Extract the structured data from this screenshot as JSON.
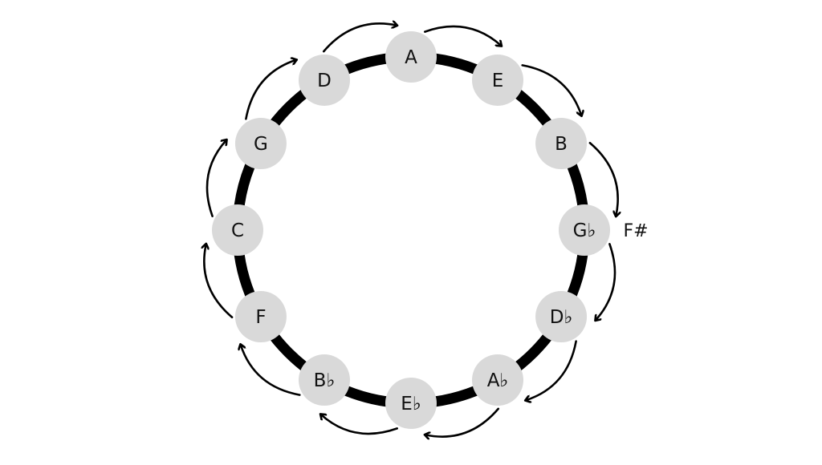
{
  "title": "Circle of fifths",
  "direction": "clockwise",
  "notes": [
    {
      "label": "A"
    },
    {
      "label": "E"
    },
    {
      "label": "B"
    },
    {
      "label": "G♭",
      "alt": "F#"
    },
    {
      "label": "D♭"
    },
    {
      "label": "A♭"
    },
    {
      "label": "E♭"
    },
    {
      "label": "B♭"
    },
    {
      "label": "F"
    },
    {
      "label": "C"
    },
    {
      "label": "G"
    },
    {
      "label": "D"
    }
  ],
  "colors": {
    "ring": "#000000",
    "node": "#d9d9d9",
    "text": "#111111",
    "arrow": "#000000"
  }
}
